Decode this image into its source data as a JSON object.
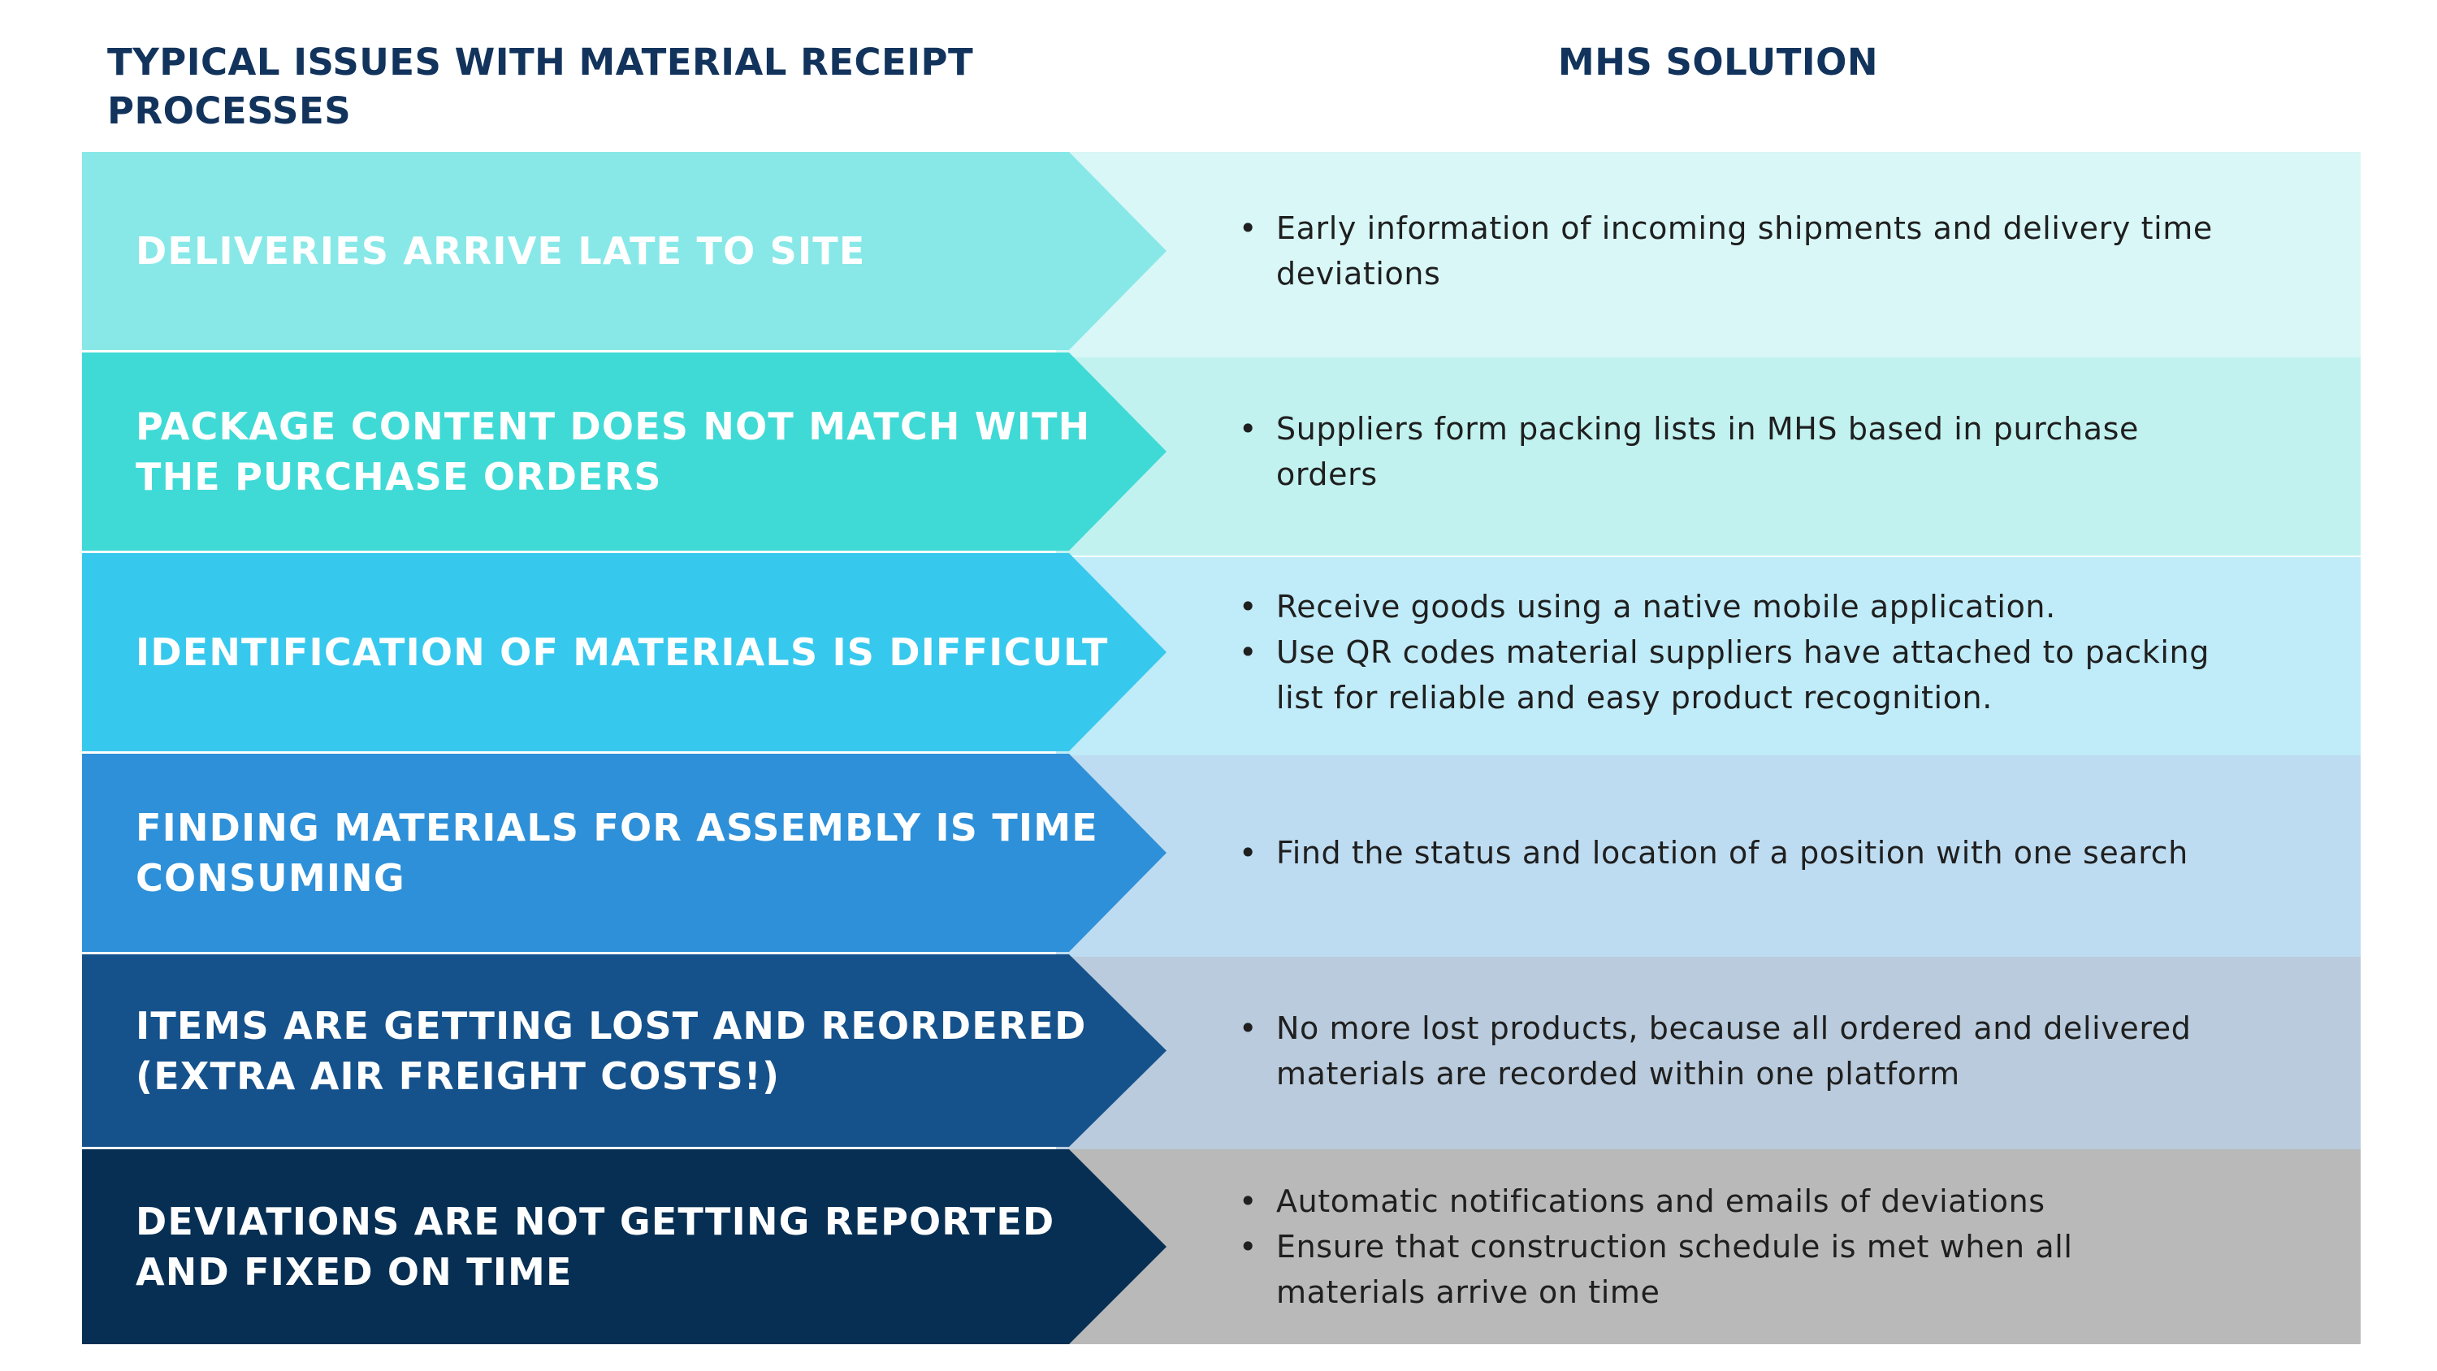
{
  "headers": {
    "issues": "TYPICAL ISSUES WITH MATERIAL RECEIPT PROCESSES",
    "solution": "MHS SOLUTION"
  },
  "rows": [
    {
      "issue": "DELIVERIES ARRIVE LATE TO SITE",
      "issue_color": "#88e8e8",
      "solution_color": "#d9f7f7",
      "bullets": [
        "Early information of incoming shipments and delivery time deviations"
      ]
    },
    {
      "issue": "PACKAGE CONTENT DOES NOT MATCH WITH THE PURCHASE ORDERS",
      "issue_color": "#3fdad6",
      "solution_color": "#c2f2f0",
      "bullets": [
        "Suppliers form packing lists in MHS based in purchase orders"
      ]
    },
    {
      "issue": "IDENTIFICATION OF MATERIALS IS DIFFICULT",
      "issue_color": "#37c8ee",
      "solution_color": "#c0ebf8",
      "bullets": [
        "Receive goods using a native mobile application.",
        "Use QR codes material suppliers have attached to packing list for reliable and easy product recognition."
      ]
    },
    {
      "issue": "FINDING MATERIALS FOR ASSEMBLY IS TIME CONSUMING",
      "issue_color": "#2e90d8",
      "solution_color": "#bedcf1",
      "bullets": [
        "Find the status and location of a position with one search"
      ]
    },
    {
      "issue": "ITEMS ARE GETTING LOST AND REORDERED (EXTRA AIR FREIGHT COSTS!)",
      "issue_color": "#15528c",
      "solution_color": "#b9cbdc",
      "bullets": [
        "No more lost products, because all ordered and delivered materials are recorded within one platform"
      ]
    },
    {
      "issue": "DEVIATIONS ARE NOT GETTING REPORTED AND FIXED ON TIME",
      "issue_color": "#062f53",
      "solution_color": "#b9b9b9",
      "bullets": [
        "Automatic notifications and emails of deviations",
        "Ensure that construction schedule is met when all materials arrive on time"
      ]
    }
  ]
}
